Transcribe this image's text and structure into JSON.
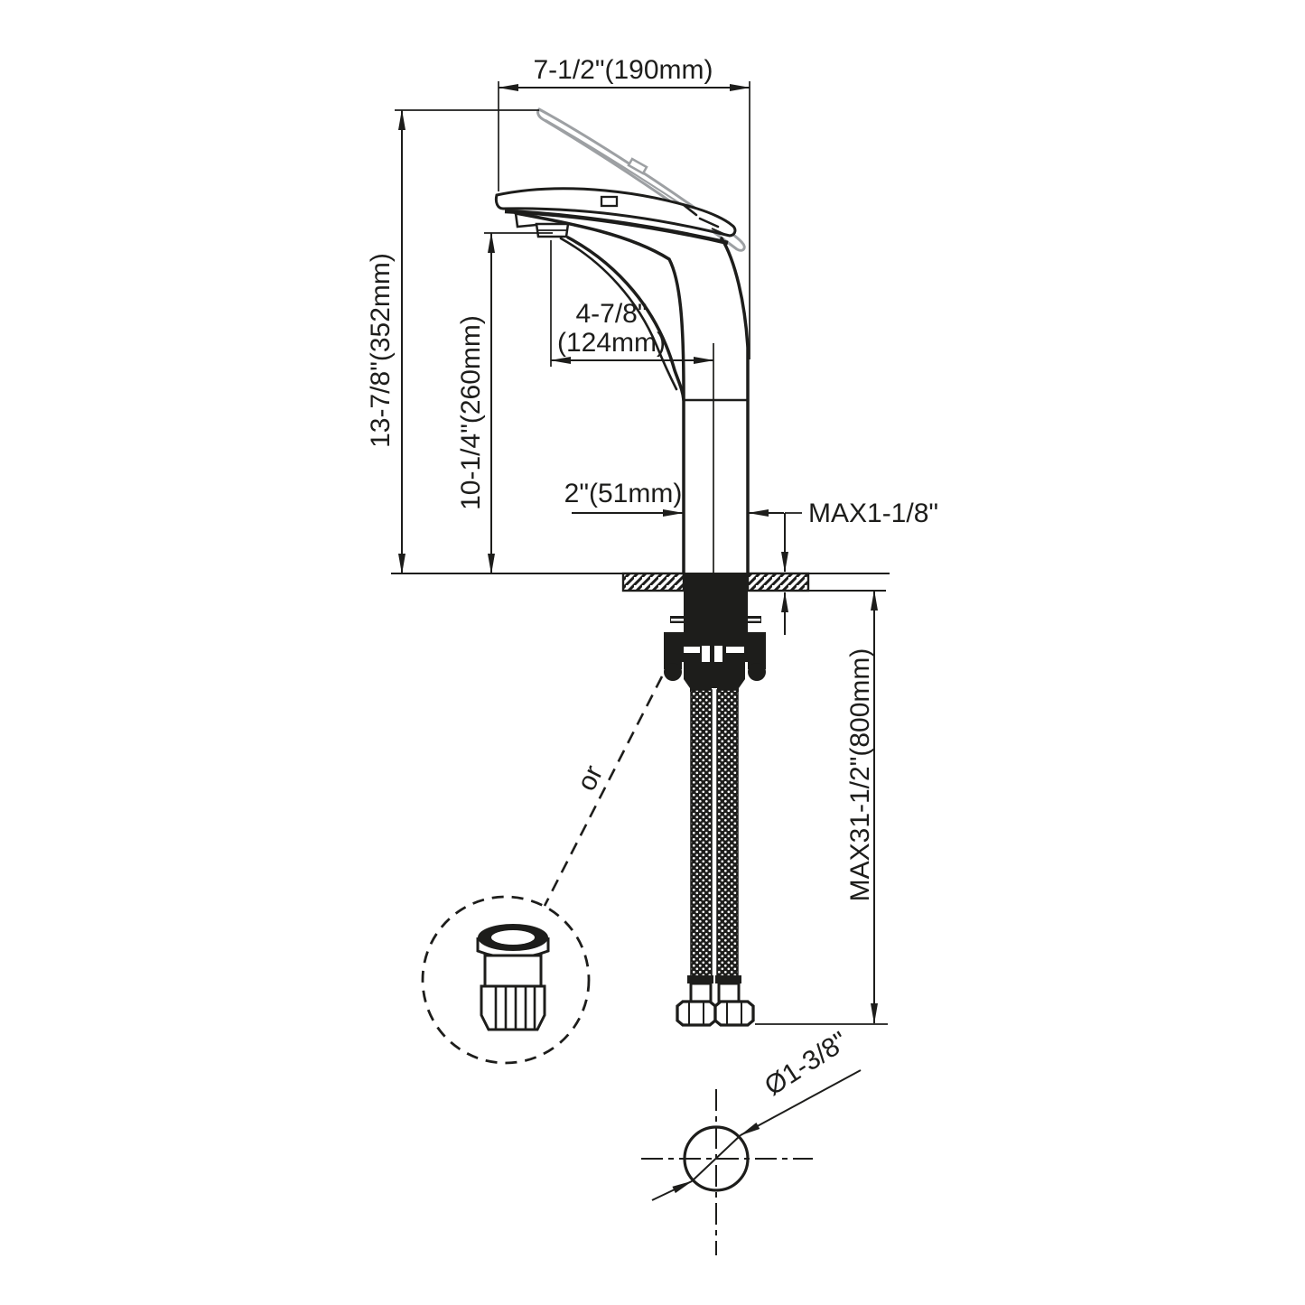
{
  "drawing": {
    "kind": "faucet-installation-dimension-diagram",
    "background": "#ffffff",
    "line_color": "#1d1d1b",
    "open_handle_color": "#9da0a3",
    "dimensions": {
      "top_width": "7-1/2\"(190mm)",
      "overall_height": "13-7/8\"(352mm)",
      "spout_height": "10-1/4\"(260mm)",
      "spout_reach_line1": "4-7/8\"",
      "spout_reach_line2": "(124mm)",
      "base_width": "2\"(51mm)",
      "max_deck_thickness": "MAX1-1/8\"",
      "max_hose_length": "MAX31-1/2\"(800mm)",
      "hole_diameter": "Ø1-3/8\""
    },
    "labels": {
      "alternative_connector": "or"
    }
  }
}
